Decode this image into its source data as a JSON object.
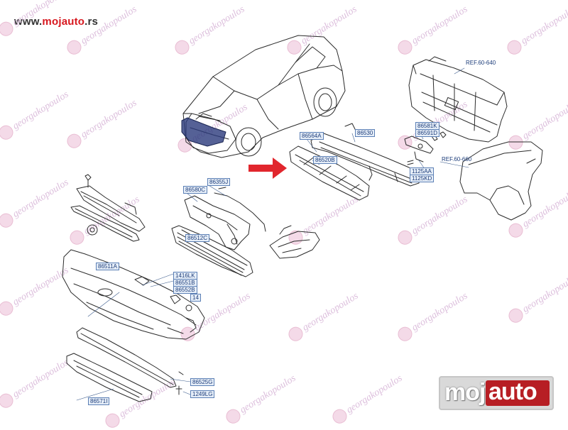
{
  "header": {
    "url_prefix": "www.",
    "url_brand": "mojauto",
    "url_suffix": ".rs"
  },
  "watermark": {
    "text": "georgakopoulos"
  },
  "reference_labels": {
    "ref_top": "REF.60-640",
    "ref_fender": "REF.60-660"
  },
  "part_labels": {
    "p86355J": "86355J",
    "p86580C": "86580C",
    "p86512C": "86512C",
    "p86511A": "86511A",
    "p1416LK": "1416LK",
    "p86551B": "86551B",
    "p86552B": "86552B",
    "p86525G": "86525G",
    "p1249LG": "1249LG",
    "p86571I": "86571I",
    "p86564A": "86564A",
    "p86520B": "86520B",
    "p86530": "86530",
    "p86581K": "86581K",
    "p86591D": "86591D",
    "p1125AA": "1125AA",
    "p1125KD": "1125KD",
    "p14": "14"
  },
  "branding": {
    "logo_left": "moj",
    "logo_right": "auto"
  },
  "colors": {
    "brand_red": "#d7181f",
    "arrow_red": "#e1262d",
    "label_blue": "#1d3d7a",
    "watermark_pink": "#d9b8d9"
  }
}
